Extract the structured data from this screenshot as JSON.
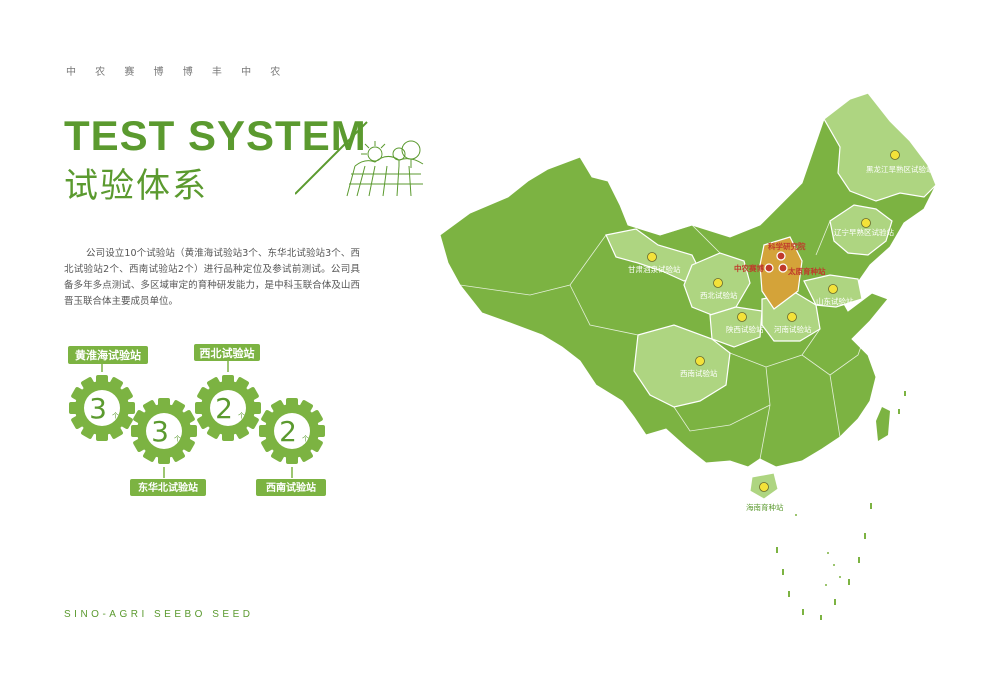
{
  "header": {
    "brand_cn": "中 农 赛 博   博 丰 中 农",
    "title_en": "TEST SYSTEM",
    "title_cn": "试验体系"
  },
  "intro": "公司设立10个试验站（黄淮海试验站3个、东华北试验站3个、西北试验站2个、西南试验站2个）进行品种定位及参试前测试。公司具备多年多点测试、多区域审定的育种研发能力，是中科玉联合体及山西晋玉联合体主要成员单位。",
  "gears": [
    {
      "label": "黄淮海试验站",
      "count": "3",
      "unit": "个"
    },
    {
      "label": "东华北试验站",
      "count": "3",
      "unit": "个"
    },
    {
      "label": "西北试验站",
      "count": "2",
      "unit": "个"
    },
    {
      "label": "西南试验站",
      "count": "2",
      "unit": "个"
    }
  ],
  "map": {
    "stations": [
      {
        "name": "黑龙江旱熟区试验站"
      },
      {
        "name": "辽宁早熟区试验站"
      },
      {
        "name": "甘肃酒泉试验站"
      },
      {
        "name": "西北试验站"
      },
      {
        "name": "陕西试验站"
      },
      {
        "name": "河南试验站"
      },
      {
        "name": "山东试验站"
      },
      {
        "name": "西南试验站"
      },
      {
        "name": "海南育种站"
      }
    ],
    "hq": [
      {
        "name": "科学研究院"
      },
      {
        "name": "中农赛博"
      },
      {
        "name": "太原育种站"
      }
    ]
  },
  "footer": {
    "brand_en": "SINO-AGRI  SEEBO  SEED"
  },
  "colors": {
    "primary_green": "#5b9a2f",
    "map_green": "#7cb342",
    "light_green": "#aed581",
    "highlight": "#d4a339",
    "marker_yellow": "#f3e23a",
    "hq_red": "#c0392b"
  }
}
